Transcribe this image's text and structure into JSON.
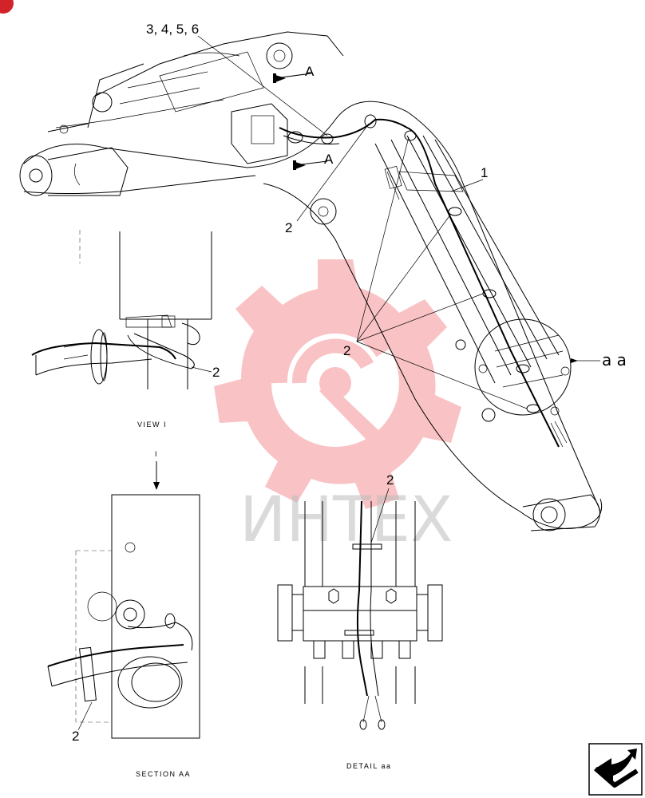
{
  "labels": {
    "callout_top": "3, 4, 5, 6",
    "callout_1": "1",
    "callout_2_boom_left": "2",
    "callout_2_boom_mid": "2",
    "callout_2_view": "2",
    "callout_2_detail": "2",
    "callout_2_section": "2",
    "section_marker_top": "A",
    "section_marker_bottom": "A",
    "detail_callout": "a a",
    "view_marker": "I"
  },
  "captions": {
    "view": "VIEW I",
    "section": "SECTION AA",
    "detail": "DETAIL aa"
  },
  "watermark": {
    "text": "ИНТЕХ",
    "color": "#e8323a"
  },
  "corner_badge_color": "#d3232a"
}
